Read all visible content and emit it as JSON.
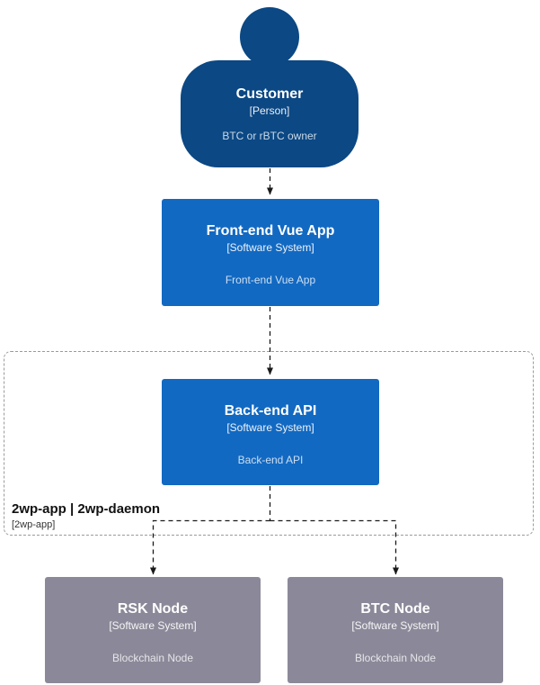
{
  "diagram": {
    "nodes": {
      "customer": {
        "name": "Customer",
        "type": "[Person]",
        "description": "BTC or rBTC owner"
      },
      "frontend": {
        "name": "Front-end Vue App",
        "type": "[Software System]",
        "description": "Front-end Vue App"
      },
      "backend": {
        "name": "Back-end API",
        "type": "[Software System]",
        "description": "Back-end API"
      },
      "rsk": {
        "name": "RSK Node",
        "type": "[Software System]",
        "description": "Blockchain Node"
      },
      "btc": {
        "name": "BTC Node",
        "type": "[Software System]",
        "description": "Blockchain Node"
      }
    },
    "boundary": {
      "title": "2wp-app | 2wp-daemon",
      "subtitle": "[2wp-app]"
    },
    "colors": {
      "person": "#0b4884",
      "system": "#1269c2",
      "external": "#8b8999",
      "edge": "#1a1a1a"
    }
  }
}
